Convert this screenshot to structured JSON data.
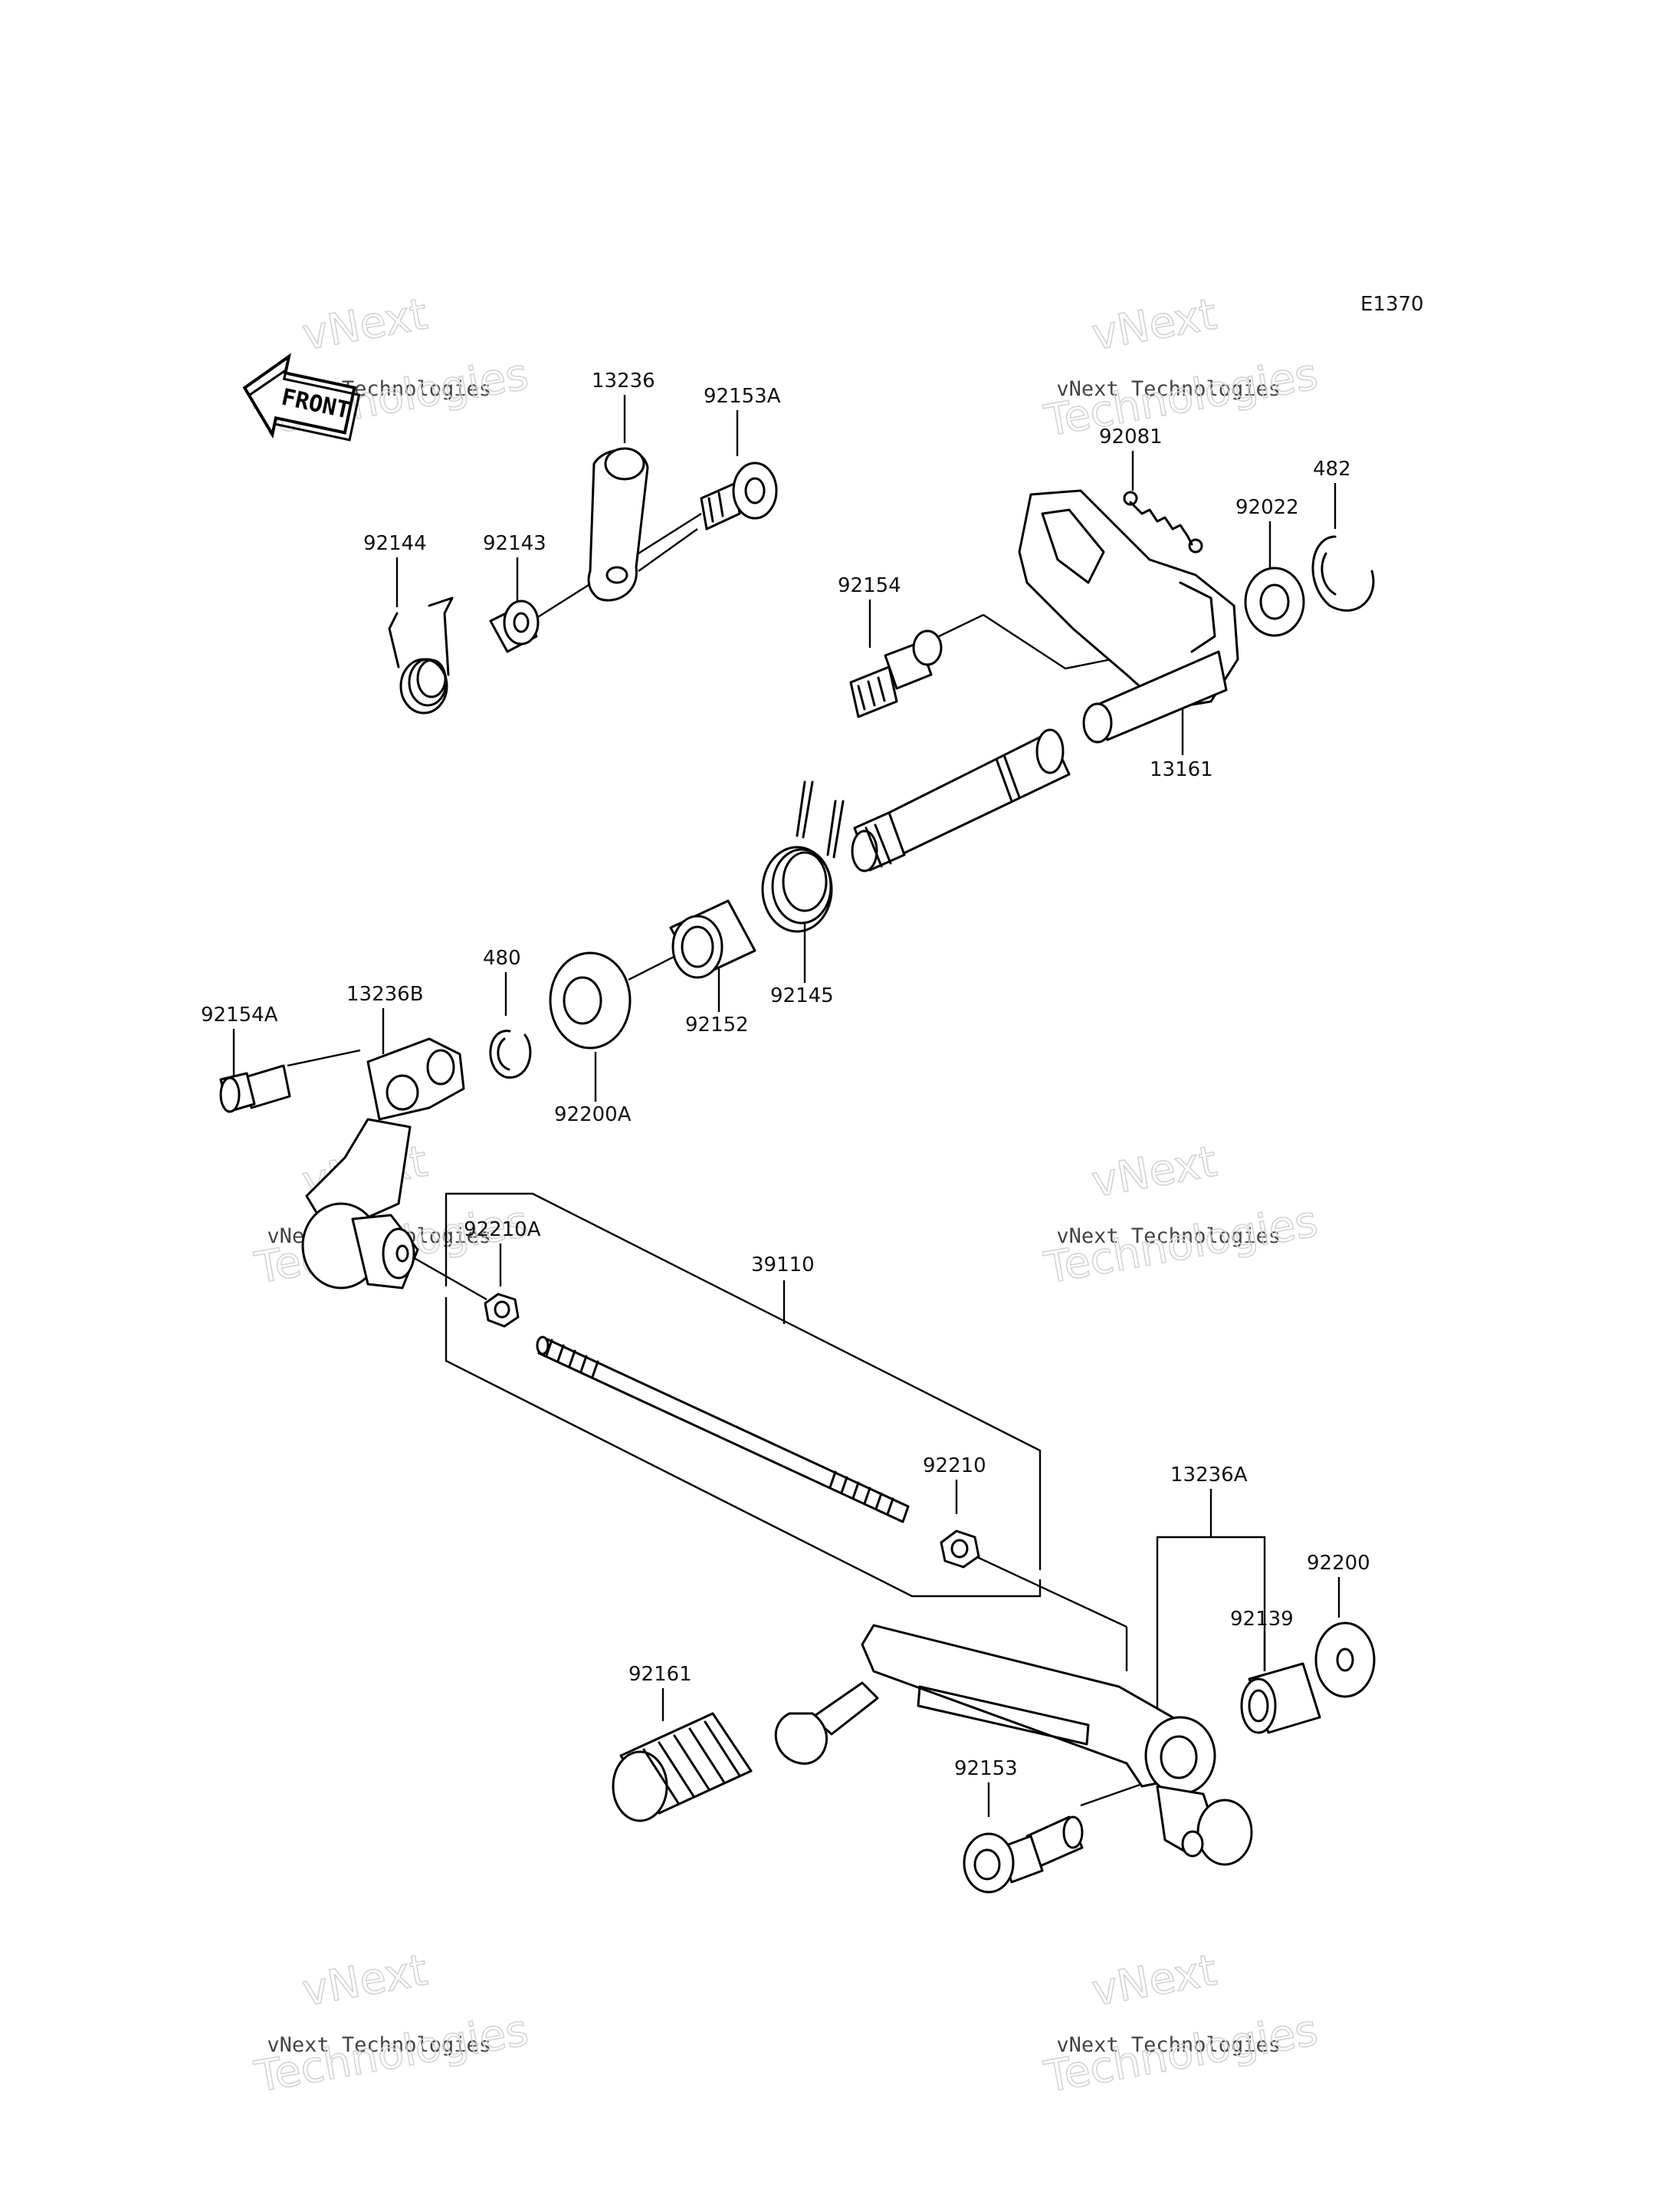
{
  "diagram": {
    "code": "E1370",
    "front_label": "FRONT",
    "watermark": {
      "line1": "vNext",
      "line2": "vNext Technologies",
      "line3": "Technologies"
    },
    "parts": [
      {
        "id": "13236"
      },
      {
        "id": "92153A"
      },
      {
        "id": "92144"
      },
      {
        "id": "92143"
      },
      {
        "id": "92081"
      },
      {
        "id": "482"
      },
      {
        "id": "92022"
      },
      {
        "id": "92154"
      },
      {
        "id": "13161"
      },
      {
        "id": "480"
      },
      {
        "id": "92152"
      },
      {
        "id": "92145"
      },
      {
        "id": "92154A"
      },
      {
        "id": "13236B"
      },
      {
        "id": "92200A"
      },
      {
        "id": "92210A"
      },
      {
        "id": "39110"
      },
      {
        "id": "92210"
      },
      {
        "id": "13236A"
      },
      {
        "id": "92200"
      },
      {
        "id": "92139"
      },
      {
        "id": "92161"
      },
      {
        "id": "92153"
      }
    ]
  }
}
